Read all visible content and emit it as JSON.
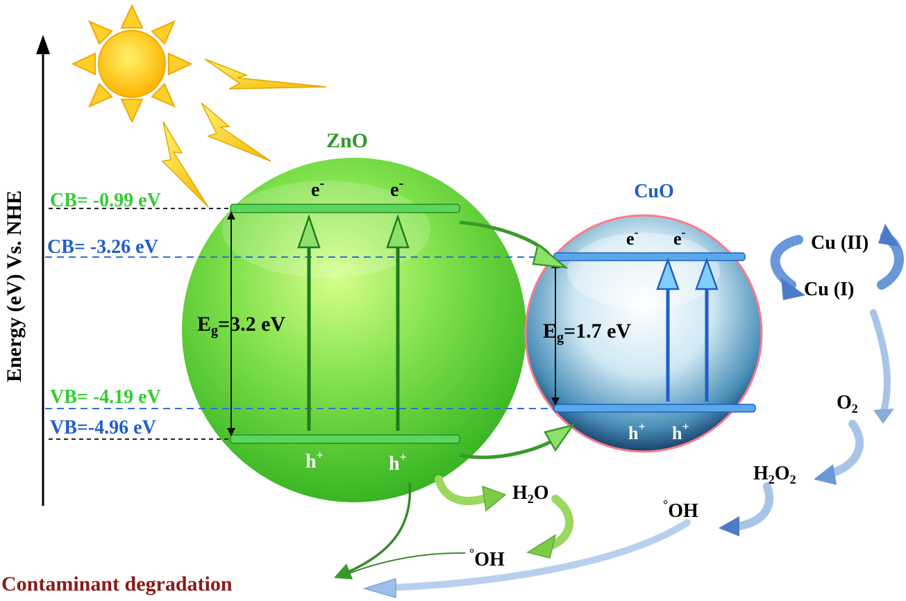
{
  "axis": {
    "label": "Energy (eV) Vs. NHE"
  },
  "zno": {
    "name": "ZnO",
    "cb_label": "CB= -0.99 eV",
    "vb_label": "VB= -4.19 eV",
    "eg_main": "E",
    "eg_sub": "g",
    "eg_value": "=3.2 eV",
    "electron": "e",
    "electron_sup": "-",
    "hole": "h",
    "hole_sup": "+"
  },
  "cuo": {
    "name": "CuO",
    "cb_label": "CB= -3.26 eV",
    "vb_label": "VB=-4.96 eV",
    "eg_main": "E",
    "eg_sub": "g",
    "eg_value": "=1.7 eV",
    "electron": "e",
    "electron_sup": "-",
    "hole": "h",
    "hole_sup": "+"
  },
  "species": {
    "cu2": "Cu (II)",
    "cu1": "Cu (I)",
    "o2_main": "O",
    "o2_sub": "2",
    "h2o2_a": "H",
    "h2o2_sub1": "2",
    "h2o2_b": "O",
    "h2o2_sub2": "2",
    "h2o_a": "H",
    "h2o_sub": "2",
    "h2o_b": "O",
    "oh_radical": "OH",
    "radical_dot": "°"
  },
  "outcome": {
    "label": "Contaminant degradation"
  },
  "colors": {
    "zno_green": "#33cc33",
    "cuo_blue": "#1f5fc8",
    "contaminant_red": "#8b1a1a",
    "band_line_black": "#222222",
    "band_line_blue": "#2f6fd6"
  }
}
